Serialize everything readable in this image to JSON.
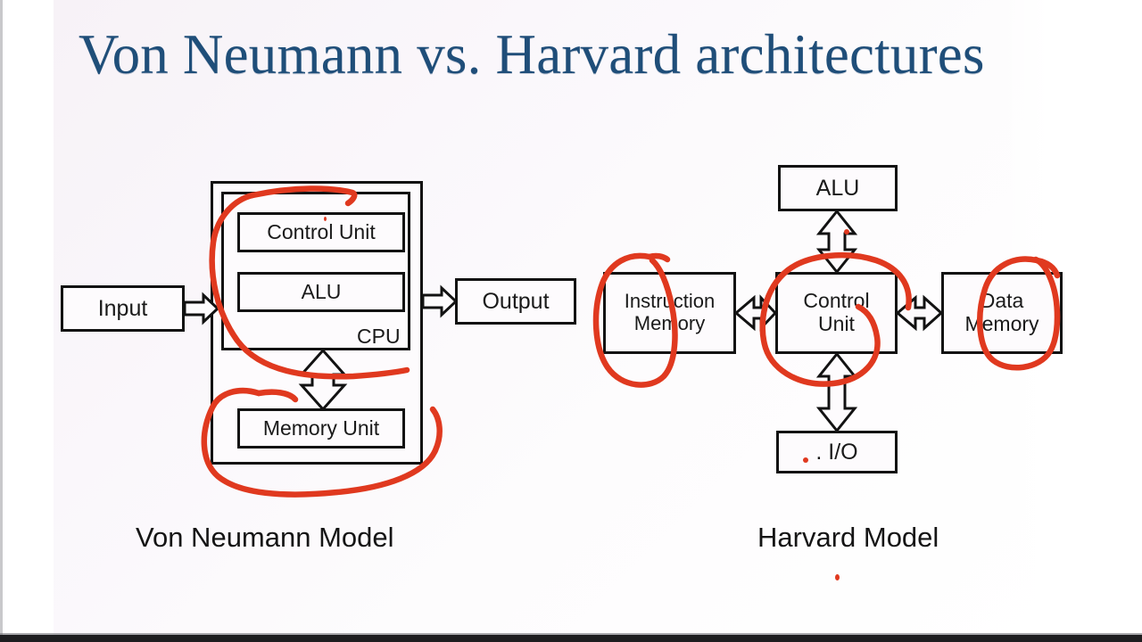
{
  "slide": {
    "title": "Von Neumann vs. Harvard architectures",
    "title_color": "#1f4e79",
    "background_color": "#fdfbfd",
    "annotation_color": "#e0391f",
    "line_color": "#121212"
  },
  "von_neumann": {
    "caption": "Von Neumann Model",
    "cpu_label": "CPU",
    "boxes": {
      "input": "Input",
      "output": "Output",
      "control_unit": "Control Unit",
      "alu": "ALU",
      "memory_unit": "Memory Unit"
    },
    "connections": [
      {
        "from": "Input",
        "to": "CPU",
        "style": "single-arrow-right"
      },
      {
        "from": "CPU",
        "to": "Output",
        "style": "single-arrow-right"
      },
      {
        "from": "CPU",
        "to": "Memory Unit",
        "style": "double-arrow-vertical"
      }
    ],
    "annotations": [
      "hand-drawn red line sweeping across CPU block",
      "hand-drawn red circle around Memory Unit"
    ]
  },
  "harvard": {
    "caption": "Harvard Model",
    "boxes": {
      "alu": "ALU",
      "instruction_memory": "Instruction\nMemory",
      "instruction_memory_line1": "Instruction",
      "instruction_memory_line2": "Memory",
      "control_unit_line1": "Control",
      "control_unit_line2": "Unit",
      "data_memory_line1": "Data",
      "data_memory_line2": "Memory",
      "io": ". I/O"
    },
    "connections": [
      {
        "from": "Control Unit",
        "to": "ALU",
        "style": "double-arrow-vertical"
      },
      {
        "from": "Instruction Memory",
        "to": "Control Unit",
        "style": "double-arrow-horizontal"
      },
      {
        "from": "Control Unit",
        "to": "Data Memory",
        "style": "double-arrow-horizontal"
      },
      {
        "from": "Control Unit",
        "to": "I/O",
        "style": "double-arrow-vertical"
      }
    ],
    "annotations": [
      "hand-drawn red circle around Instruction Memory",
      "hand-drawn red circle around Control Unit",
      "hand-drawn red circle around Data Memory"
    ]
  }
}
